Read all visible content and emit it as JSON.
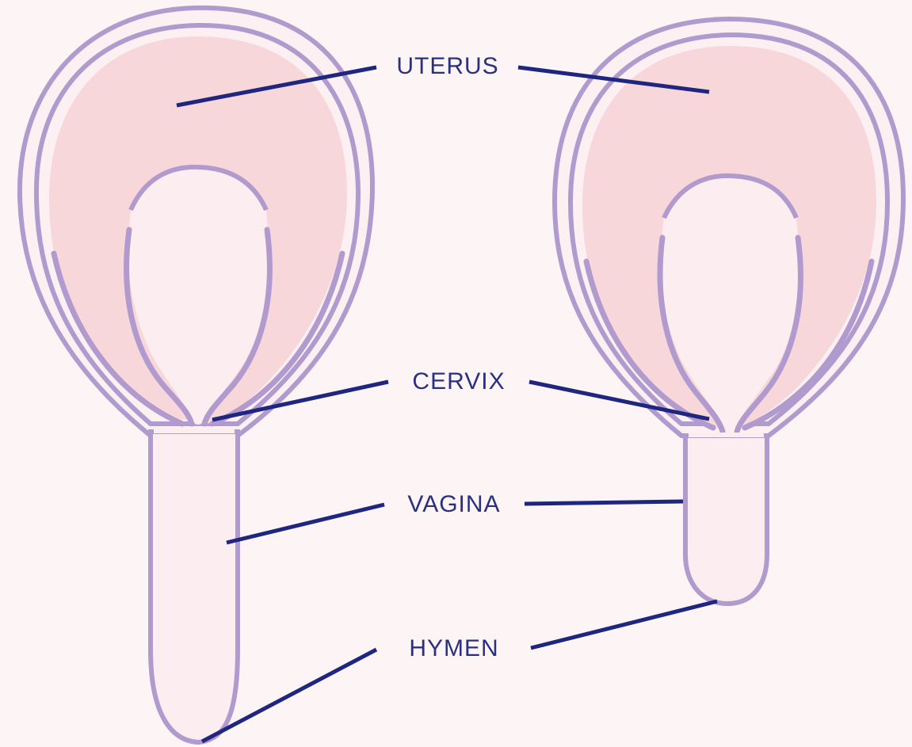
{
  "labels": {
    "uterus": "UTERUS",
    "cervix": "CERVIX",
    "vagina": "VAGINA",
    "hymen": "HYMEN"
  },
  "colors": {
    "background": "#fdf4f6",
    "outline": "#b19acd",
    "uterus_fill": "#f8d7db",
    "canal_fill": "#fcedf0",
    "leader_line": "#1e2680",
    "label_text": "#2a3080"
  }
}
